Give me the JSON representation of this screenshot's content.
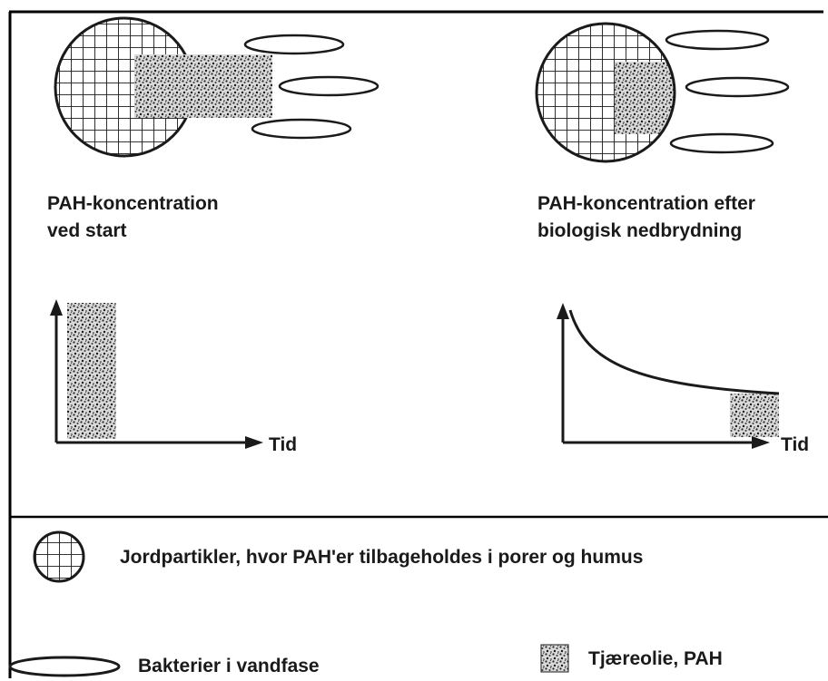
{
  "panels": {
    "start": {
      "caption_line1": "PAH-koncentration",
      "caption_line2": "ved start"
    },
    "after": {
      "caption_line1": "PAH-koncentration efter",
      "caption_line2": "biologisk nedbrydning"
    }
  },
  "graphs": {
    "start_axis_label": "Tid",
    "after_axis_label": "Tid"
  },
  "legend": {
    "soil_particles": "Jordpartikler, hvor PAH'er tilbageholdes i porer og humus",
    "bacteria": "Bakterier i vandfase",
    "tar_oil": "Tjæreolie, PAH"
  },
  "icons": {
    "soil_particle": "grid-circle-icon",
    "bacteria": "ellipse-icon",
    "tar_oil": "speckle-square-icon"
  },
  "colors": {
    "ink": "#1a1a1a",
    "background": "#ffffff"
  }
}
